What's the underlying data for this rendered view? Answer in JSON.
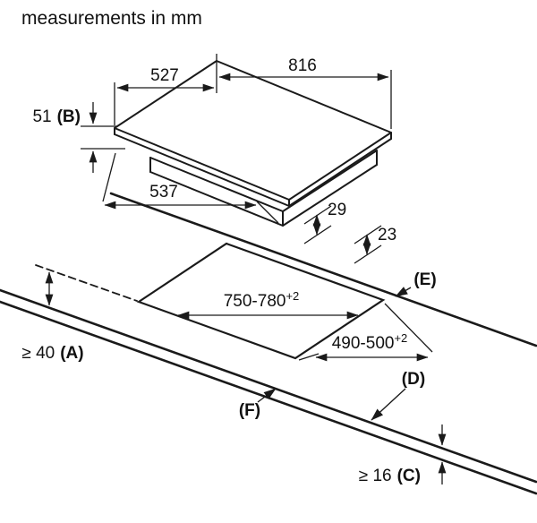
{
  "title": "measurements in mm",
  "colors": {
    "line": "#1a1a1a",
    "text": "#111111",
    "background": "#ffffff"
  },
  "dims": {
    "top_depth": "527",
    "top_width": "816",
    "height": "51",
    "height_ref": "(B)",
    "base_depth": "537",
    "step_upper": "29",
    "step_lower": "23",
    "cutout_width": "750-780",
    "cutout_width_tol": "+2",
    "cutout_depth": "490-500",
    "cutout_depth_tol": "+2",
    "front_clearance": "≥ 40",
    "front_clearance_ref": "(A)",
    "ref_e": "(E)",
    "ref_d": "(D)",
    "ref_f": "(F)",
    "thickness": "≥ 16",
    "thickness_ref": "(C)"
  }
}
